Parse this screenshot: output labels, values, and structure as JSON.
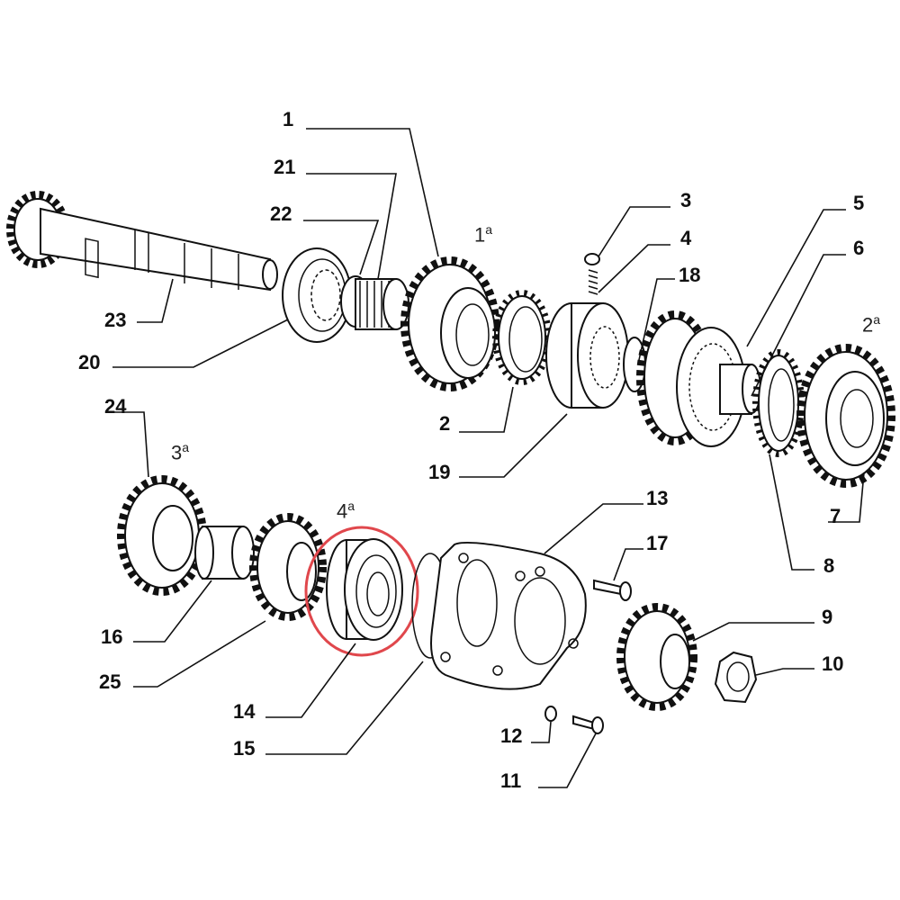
{
  "diagram": {
    "part_labels": [
      "1",
      "2",
      "3",
      "4",
      "5",
      "6",
      "7",
      "8",
      "9",
      "10",
      "11",
      "12",
      "13",
      "14",
      "15",
      "16",
      "17",
      "18",
      "19",
      "20",
      "21",
      "22",
      "23",
      "24",
      "25"
    ],
    "gear_ratios": [
      {
        "num": "1",
        "sup": "a"
      },
      {
        "num": "2",
        "sup": "a"
      },
      {
        "num": "3",
        "sup": "a"
      },
      {
        "num": "4",
        "sup": "a"
      }
    ],
    "highlight": {
      "part": "14",
      "color": "#e0474c"
    }
  }
}
